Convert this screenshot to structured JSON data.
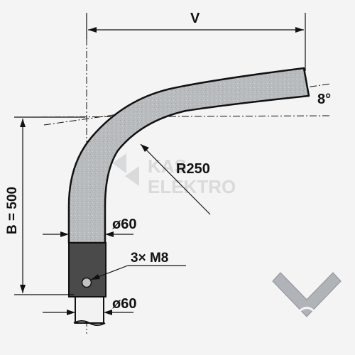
{
  "labels": {
    "horizontal_dim": "V",
    "vertical_dim": "B = 500",
    "angle": "8°",
    "radius": "R250",
    "diameter_top": "ø60",
    "diameter_bottom": "ø60",
    "screws": "3× M8"
  },
  "watermark": {
    "line1": "KAS",
    "line2": "ELEKTRO"
  },
  "icons": {
    "bend_symbol": "bend-chevron-icon"
  },
  "colors": {
    "background": "#f4f4f4",
    "pipe_fill": "#b9bcbe",
    "sleeve_fill": "#4a4a4a",
    "pipe_end_fill": "#f2f2f2",
    "line": "#111111",
    "watermark": "#d9dadc",
    "chevron_fill": "#b0b3b7"
  }
}
